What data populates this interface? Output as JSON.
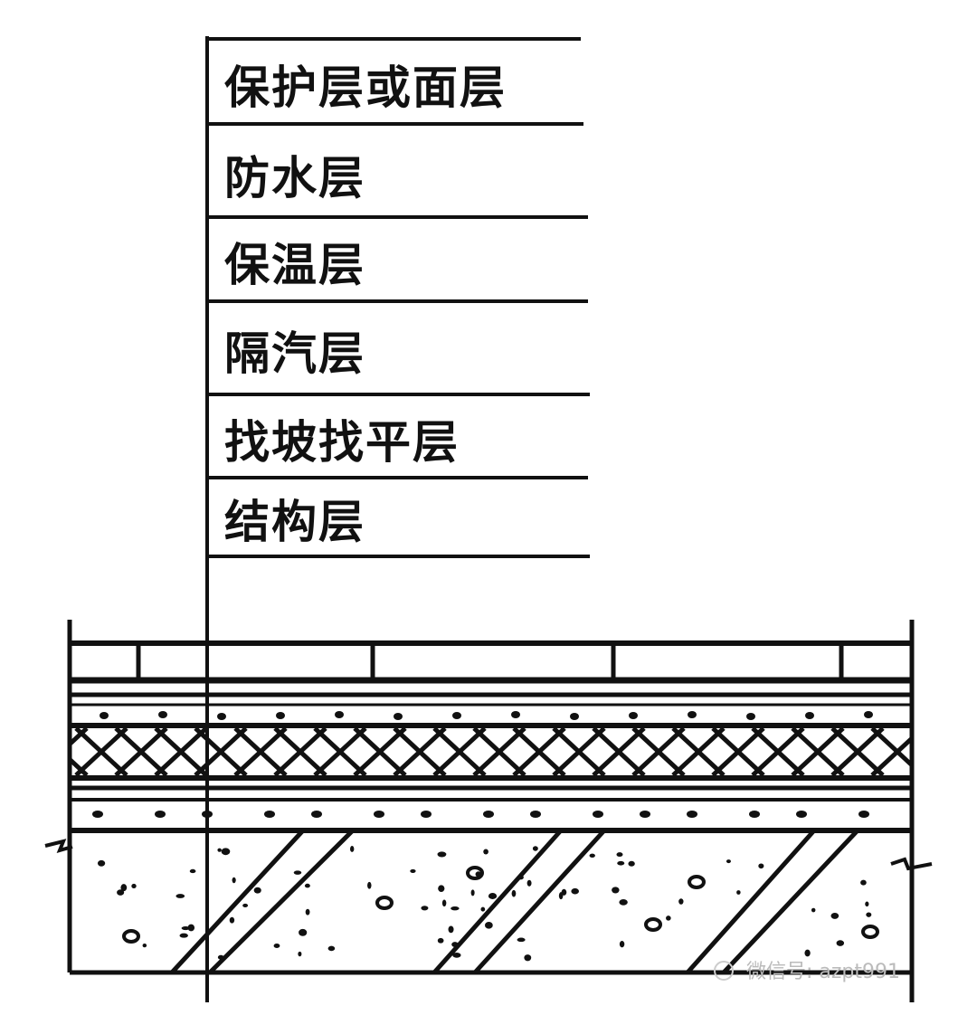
{
  "diagram": {
    "layers": [
      {
        "label": "保护层或面层"
      },
      {
        "label": "防水层"
      },
      {
        "label": "保温层"
      },
      {
        "label": "隔汽层"
      },
      {
        "label": "找坡找平层"
      },
      {
        "label": "结构层"
      }
    ],
    "watermark": "微信号: azpt991",
    "colors": {
      "ink": "#111111",
      "background": "#ffffff"
    }
  }
}
